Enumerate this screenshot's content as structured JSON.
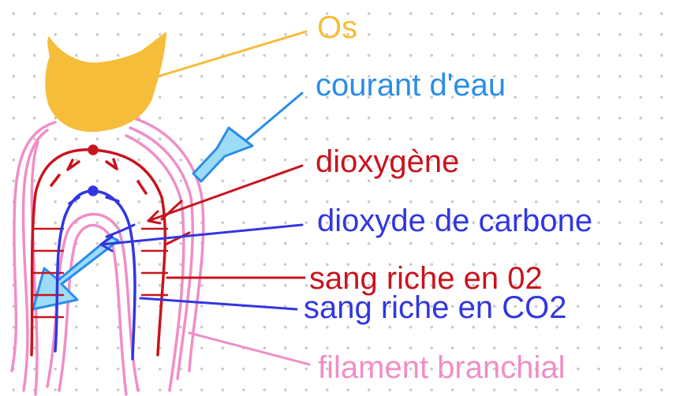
{
  "labels": {
    "os": "Os",
    "courant_eau": "courant d'eau",
    "dioxygene": "dioxygène",
    "dioxyde_carbone": "dioxyde de carbone",
    "sang_o2": "sang riche en 02",
    "sang_co2": "sang riche en CO2",
    "filament": "filament branchial"
  },
  "colors": {
    "os": "#f5bd3a",
    "courant_eau": "#2a8de8",
    "water_fill": "#9ddcf7",
    "dioxygene": "#c8141e",
    "dioxyde_carbone": "#3236e0",
    "sang_o2": "#c8141e",
    "sang_co2": "#3236e0",
    "filament": "#f08ec6"
  }
}
